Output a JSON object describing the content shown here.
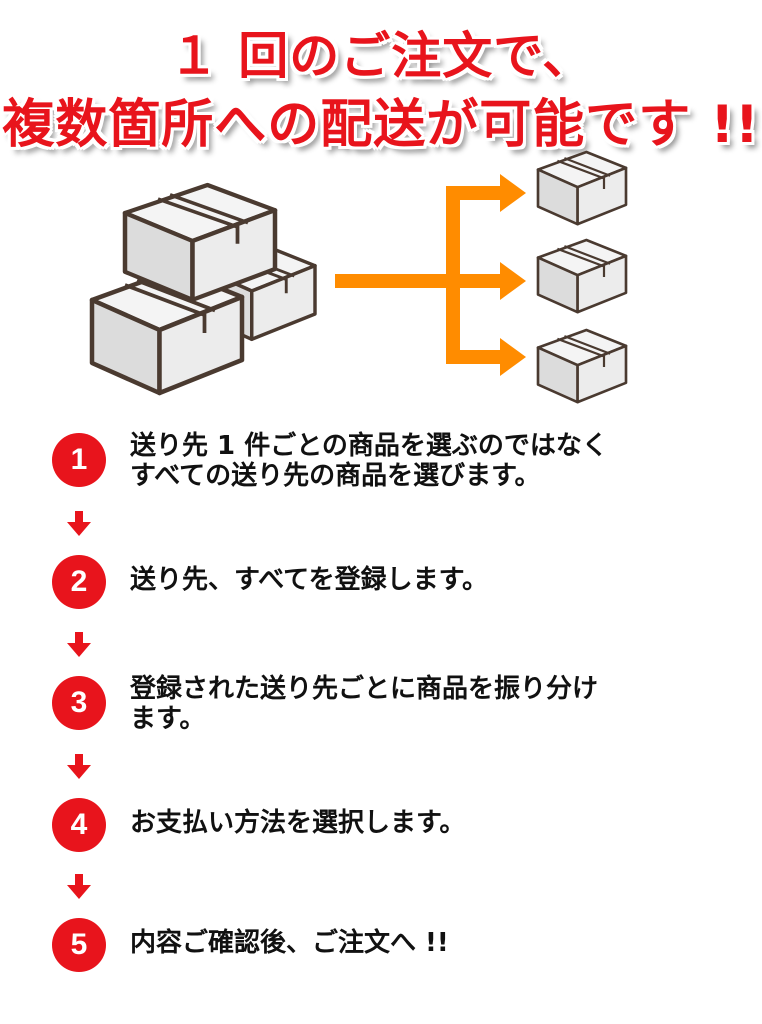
{
  "headline": {
    "line1": "１ 回のご注文で、",
    "line2": "複数箇所への配送が可能です !!"
  },
  "illustration": {
    "source_icon": "stacked-boxes-icon",
    "target_icons": [
      "box-icon",
      "box-icon",
      "box-icon"
    ],
    "arrow_color": "#ff8c00"
  },
  "colors": {
    "accent": "#e8141c",
    "arrow": "#ff8c00",
    "box_stroke": "#4a3a30",
    "box_fill": "#ececec"
  },
  "steps": [
    {
      "number": "1",
      "text": "送り先 1 件ごとの商品を選ぶのではなく\nすべての送り先の商品を選びます。"
    },
    {
      "number": "2",
      "text": "送り先、すべてを登録します。"
    },
    {
      "number": "3",
      "text": "登録された送り先ごとに商品を振り分け\nます。"
    },
    {
      "number": "4",
      "text": "お支払い方法を選択します。"
    },
    {
      "number": "5",
      "text": "内容ご確認後、ご注文へ !!"
    }
  ]
}
